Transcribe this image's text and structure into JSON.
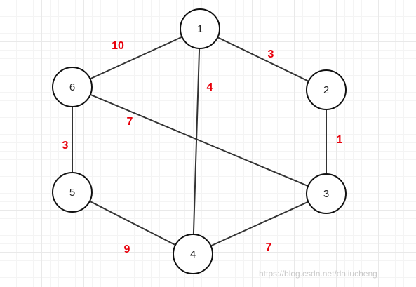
{
  "graph": {
    "nodes": [
      {
        "id": "1",
        "label": "1"
      },
      {
        "id": "2",
        "label": "2"
      },
      {
        "id": "3",
        "label": "3"
      },
      {
        "id": "4",
        "label": "4"
      },
      {
        "id": "5",
        "label": "5"
      },
      {
        "id": "6",
        "label": "6"
      }
    ],
    "edges": [
      {
        "from": "1",
        "to": "6",
        "weight": "10"
      },
      {
        "from": "1",
        "to": "2",
        "weight": "3"
      },
      {
        "from": "1",
        "to": "4",
        "weight": "4"
      },
      {
        "from": "6",
        "to": "3",
        "weight": "7"
      },
      {
        "from": "6",
        "to": "5",
        "weight": "3"
      },
      {
        "from": "2",
        "to": "3",
        "weight": "1"
      },
      {
        "from": "5",
        "to": "4",
        "weight": "9"
      },
      {
        "from": "3",
        "to": "4",
        "weight": "7"
      }
    ]
  },
  "colors": {
    "edge": "#333333",
    "node_border": "#111111",
    "weight_label": "#e8000b"
  },
  "watermark": "https://blog.csdn.net/daliucheng"
}
